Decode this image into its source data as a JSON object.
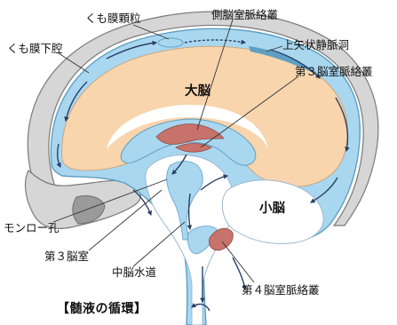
{
  "caption": "【髄液の循環】",
  "labels": {
    "arachnoid_granulation": "くも膜顆粒",
    "lateral_choroid_plexus": "側脳室脈絡叢",
    "subarachnoid_space": "くも膜下腔",
    "superior_sagittal_sinus": "上矢状静脈洞",
    "third_choroid_plexus": "第３脳室脈絡叢",
    "cerebrum": "大脳",
    "foramen_monro": "モンロー孔",
    "cerebellum": "小脳",
    "third_ventricle": "第３脳室",
    "aqueduct": "中脳水道",
    "fourth_choroid_plexus": "第４脳室脈絡叢"
  },
  "colors": {
    "skull": "#d6d6d6",
    "skull_outline": "#7a7a7a",
    "csf": "#a9d7ef",
    "csf_border": "#5f9fc4",
    "brain": "#f8d5ad",
    "plexus": "#c7726a",
    "arrow": "#2a3f66",
    "leader": "#333333"
  }
}
